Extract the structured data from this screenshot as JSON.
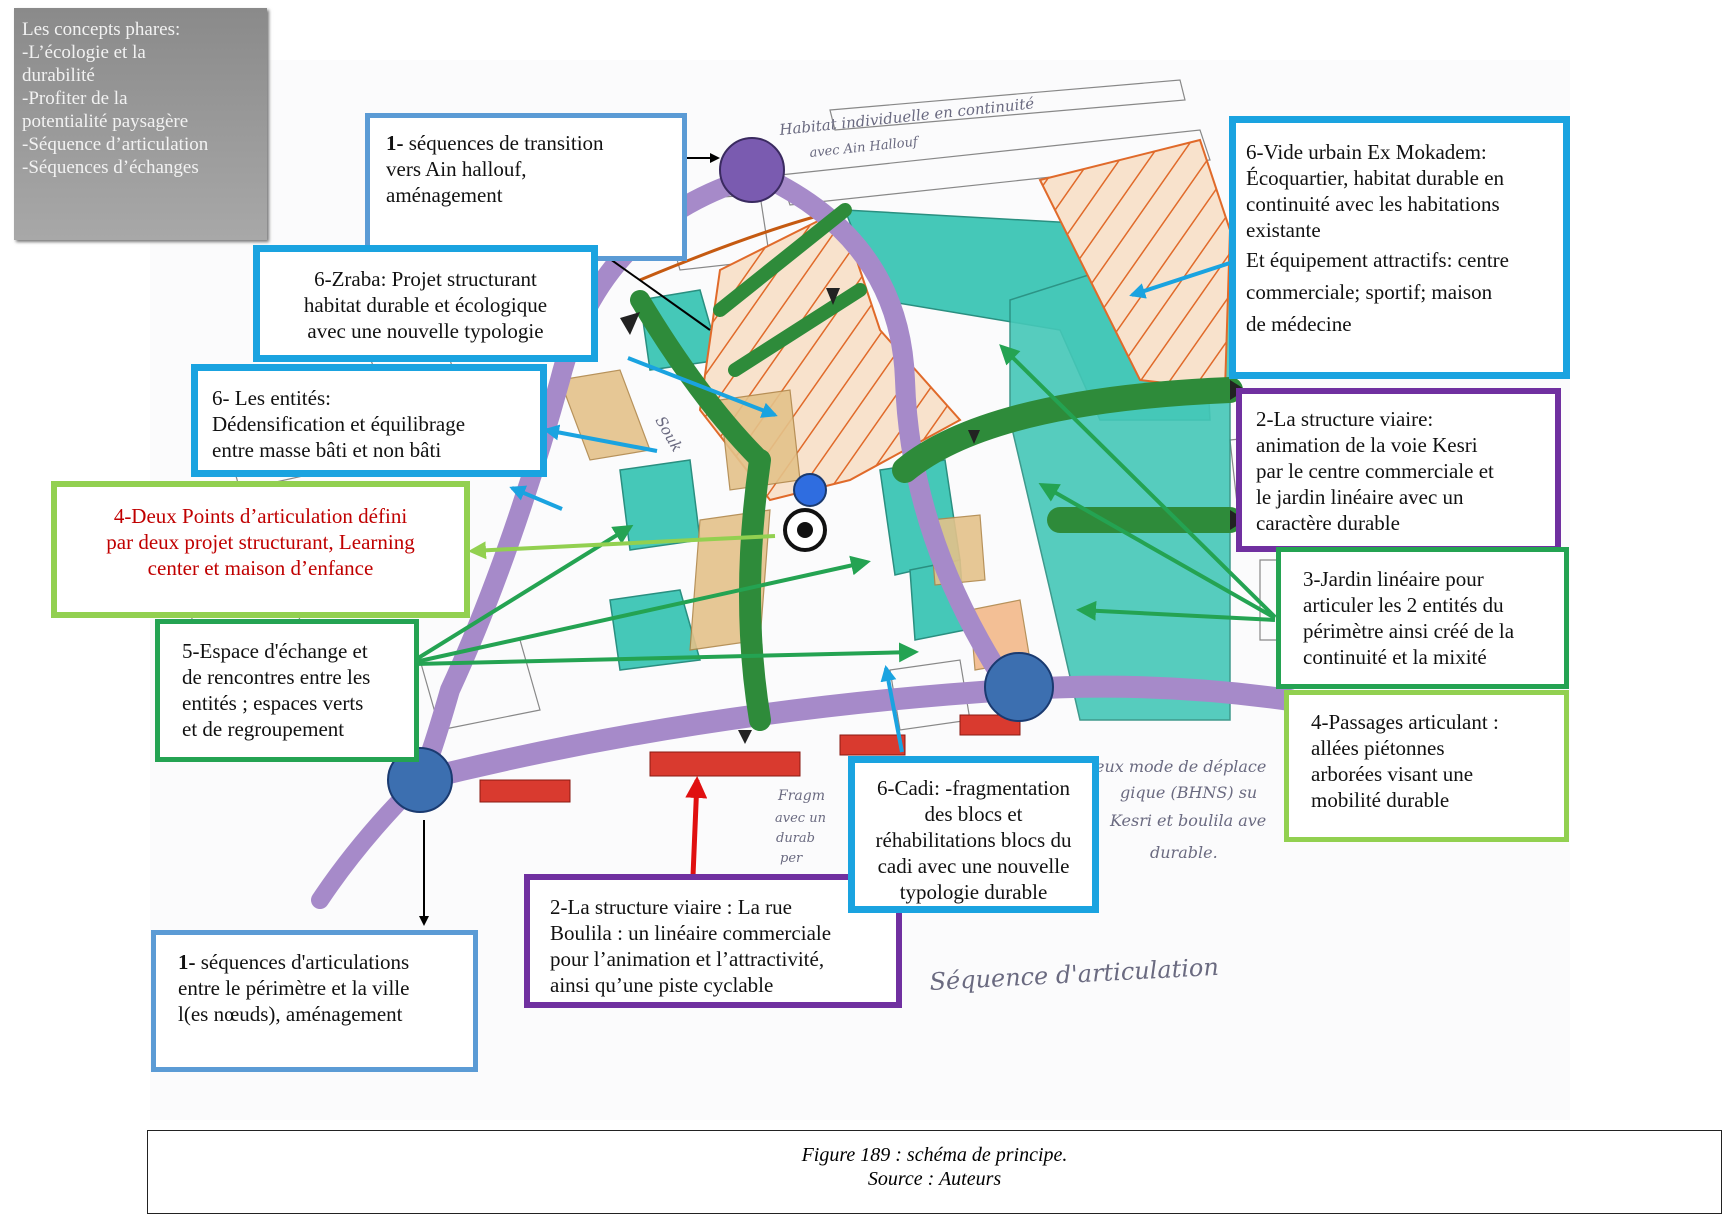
{
  "concepts": {
    "lines": [
      "Les concepts phares:",
      "-L’écologie et la",
      "durabilité",
      "-Profiter de la",
      "potentialité paysagère",
      "-Séquence d’articulation",
      "-Séquences d’échanges"
    ]
  },
  "labels": {
    "seq_transition": {
      "number": "1-",
      "lines": [
        " séquences de transition",
        "vers Ain hallouf,",
        "aménagement"
      ]
    },
    "zraba": {
      "lines": [
        "6-Zraba: Projet structurant",
        "habitat durable et écologique",
        "avec une nouvelle typologie"
      ]
    },
    "entites": {
      "lines": [
        "6- Les entités:",
        "Dédensification et équilibrage",
        "entre masse bâti et non bâti"
      ]
    },
    "points_articulation": {
      "lines": [
        "4-Deux Points d’articulation défini",
        "par deux projet structurant, Learning",
        "center et maison d’enfance"
      ]
    },
    "espace_echange": {
      "lines": [
        "5-Espace d'échange et",
        "de rencontres entre les",
        "entités ; espaces verts",
        "et de regroupement"
      ]
    },
    "seq_articulations": {
      "number": "1-",
      "lines": [
        " séquences  d'articulations",
        "entre le périmètre et la ville",
        "l(es nœuds), aménagement"
      ]
    },
    "rue_boulila": {
      "lines": [
        "2-La structure viaire : La rue",
        "Boulila : un linéaire commerciale",
        "pour l’animation et l’attractivité,",
        "ainsi qu’une piste cyclable"
      ]
    },
    "cadi": {
      "lines": [
        "6-Cadi: -fragmentation",
        "des blocs et",
        "réhabilitations blocs du",
        "cadi avec une nouvelle",
        "typologie durable"
      ]
    },
    "mokadem": {
      "lines": [
        "6-Vide urbain Ex Mokadem:",
        " Écoquartier, habitat durable en",
        "continuité avec les habitations",
        "existante",
        "Et équipement attractifs: centre",
        "commerciale; sportif; maison",
        "de médecine"
      ]
    },
    "voie_kesri": {
      "lines": [
        "2-La structure viaire:",
        "animation de la voie Kesri",
        "par le centre commerciale et",
        "le jardin linéaire avec un",
        "caractère durable"
      ]
    },
    "jardin_lineaire": {
      "lines": [
        "3-Jardin linéaire pour",
        "articuler les 2 entités du",
        "périmètre ainsi créé de la",
        "continuité et  la mixité"
      ]
    },
    "passages": {
      "lines": [
        "4-Passages articulant :",
        "allées piétonnes",
        "arborées visant une",
        "mobilité durable"
      ]
    }
  },
  "handwriting": {
    "top": [
      "Habitat individuelle en continuité",
      "avec Ain Hallouf"
    ],
    "right": [
      "eux mode de déplace",
      "gique (BHNS) su",
      "Kesri et boulila ave",
      "durable."
    ],
    "bottom_left": [
      "Fragm",
      "avec un",
      "durab",
      "per"
    ],
    "sequence": "Séquence d'articulation",
    "souk": "Souk"
  },
  "caption": {
    "figure": "Figure 189 : schéma de principe.",
    "source": "Source : Auteurs"
  },
  "colors": {
    "green_band": "#2e8b3a",
    "turquoise": "#45c8b8",
    "orange_hatch": "#e06a2a",
    "road_purple": "#a68ac9",
    "node_blue": "#3c6fb0",
    "commercial_red": "#d93a2f"
  }
}
